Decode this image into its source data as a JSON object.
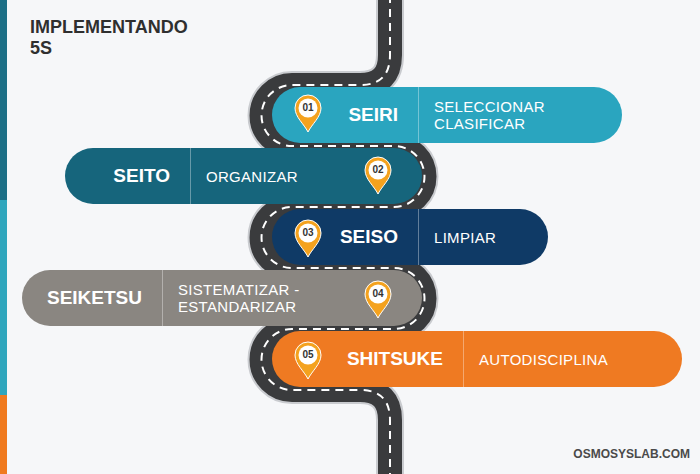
{
  "diagram": {
    "title": "IMPLEMENTANDO 5S",
    "nodes": [
      {
        "text": [
          "SEIRI",
          "SELECCIONAR CLASIFICAR"
        ]
      },
      {
        "text": [
          "SEITO",
          "ORGANIZAR"
        ]
      },
      {
        "text": [
          "SEISO",
          "LIMPIAR"
        ]
      },
      {
        "text": [
          "SEIKETSU",
          "SISTEMATIZAR - ESTANDARIZAR"
        ]
      },
      {
        "text": [
          "SHITSUKE",
          "AUTODISCIPLINA"
        ]
      }
    ],
    "labels": [
      "01",
      "02",
      "03",
      "04",
      "05",
      "OSMOSYSLAB.COM"
    ]
  }
}
